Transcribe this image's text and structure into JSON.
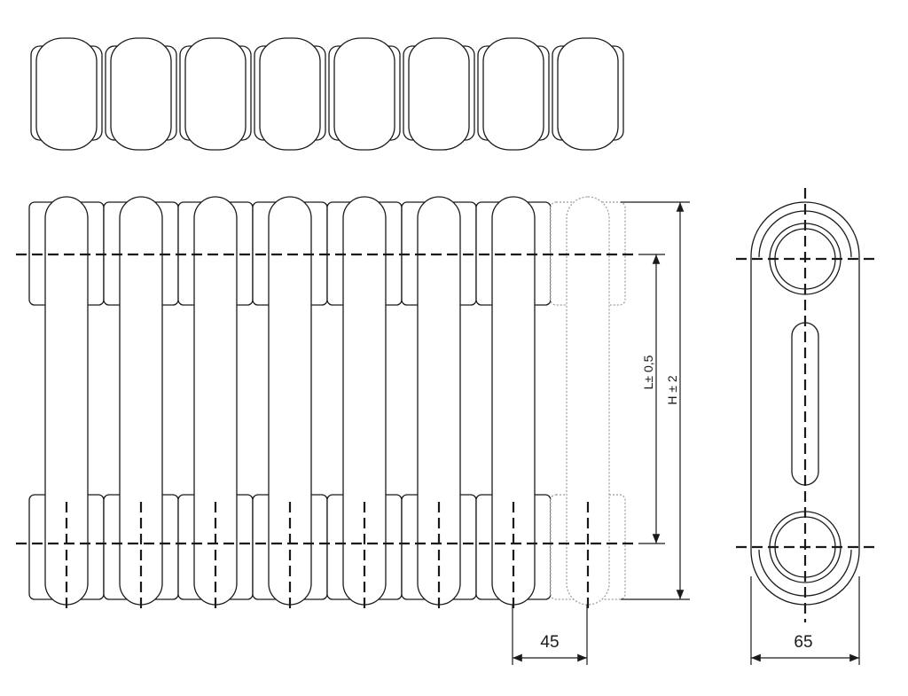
{
  "labels": {
    "section_pitch": "45",
    "depth": "65",
    "connection_distance": "L± 0,5",
    "height": "H ± 2"
  },
  "colors": {
    "line": "#1a1a1a",
    "ghost_section": "#9a9a9a",
    "background": "#ffffff"
  },
  "section_count": 7,
  "ghost_section_count": 1
}
